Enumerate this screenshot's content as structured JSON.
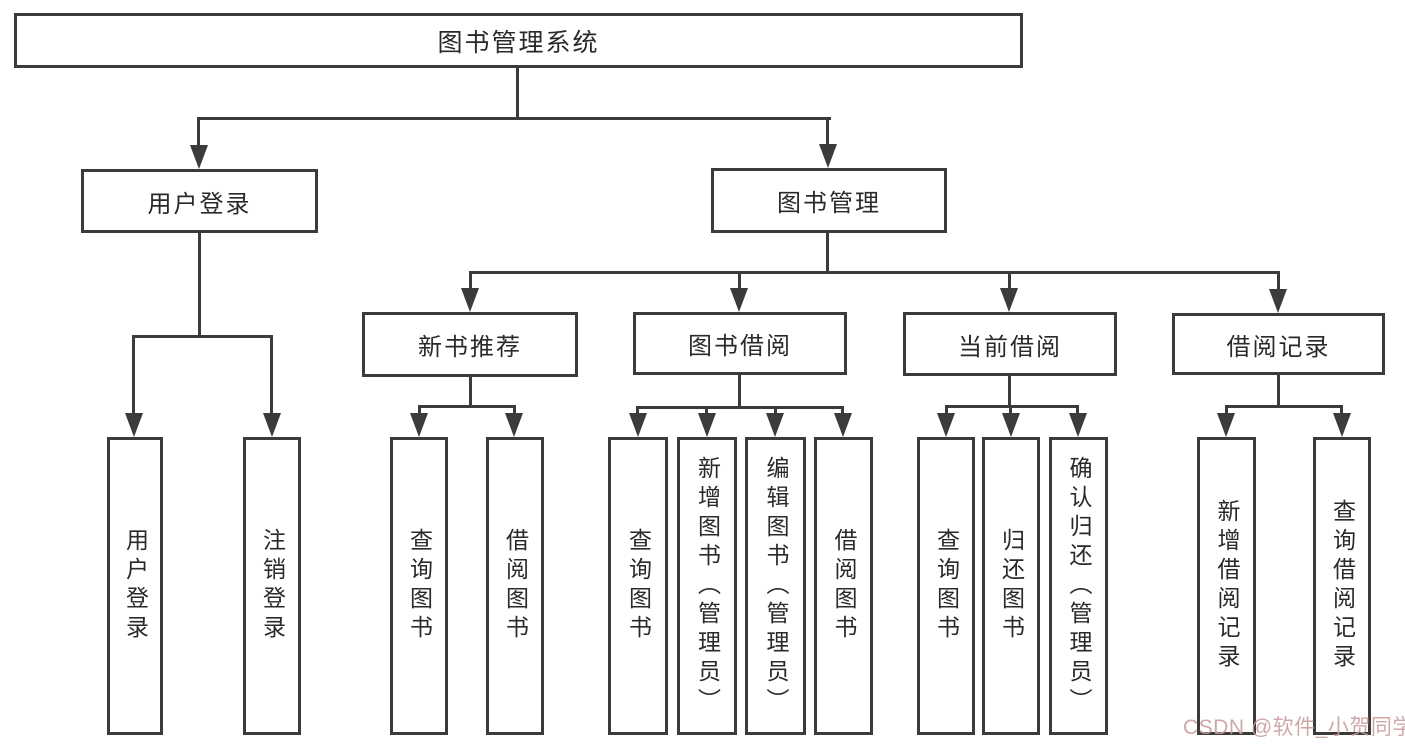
{
  "title": "图书管理系统",
  "colors": {
    "line": "#3b3b3b",
    "text": "#2a2a2a",
    "watermark": "#cb9e9e",
    "background": "#ffffff"
  },
  "nodes": {
    "root": "图书管理系统",
    "user_login": "用户登录",
    "book_mgmt": "图书管理",
    "user_login_leaf": "用户登录",
    "logout_leaf": "注销登录",
    "new_book_rec": "新书推荐",
    "book_borrow": "图书借阅",
    "current_borrow": "当前借阅",
    "borrow_record": "借阅记录",
    "nb_query": "查询图书",
    "nb_borrow": "借阅图书",
    "bb_query": "查询图书",
    "bb_add": "新增图书（管理员）",
    "bb_edit": "编辑图书（管理员）",
    "bb_borrow": "借阅图书",
    "cb_query": "查询图书",
    "cb_return": "归还图书",
    "cb_confirm": "确认归还（管理员）",
    "br_add": "新增借阅记录",
    "br_query": "查询借阅记录"
  },
  "watermark": "CSDN @软件_小贺同学"
}
